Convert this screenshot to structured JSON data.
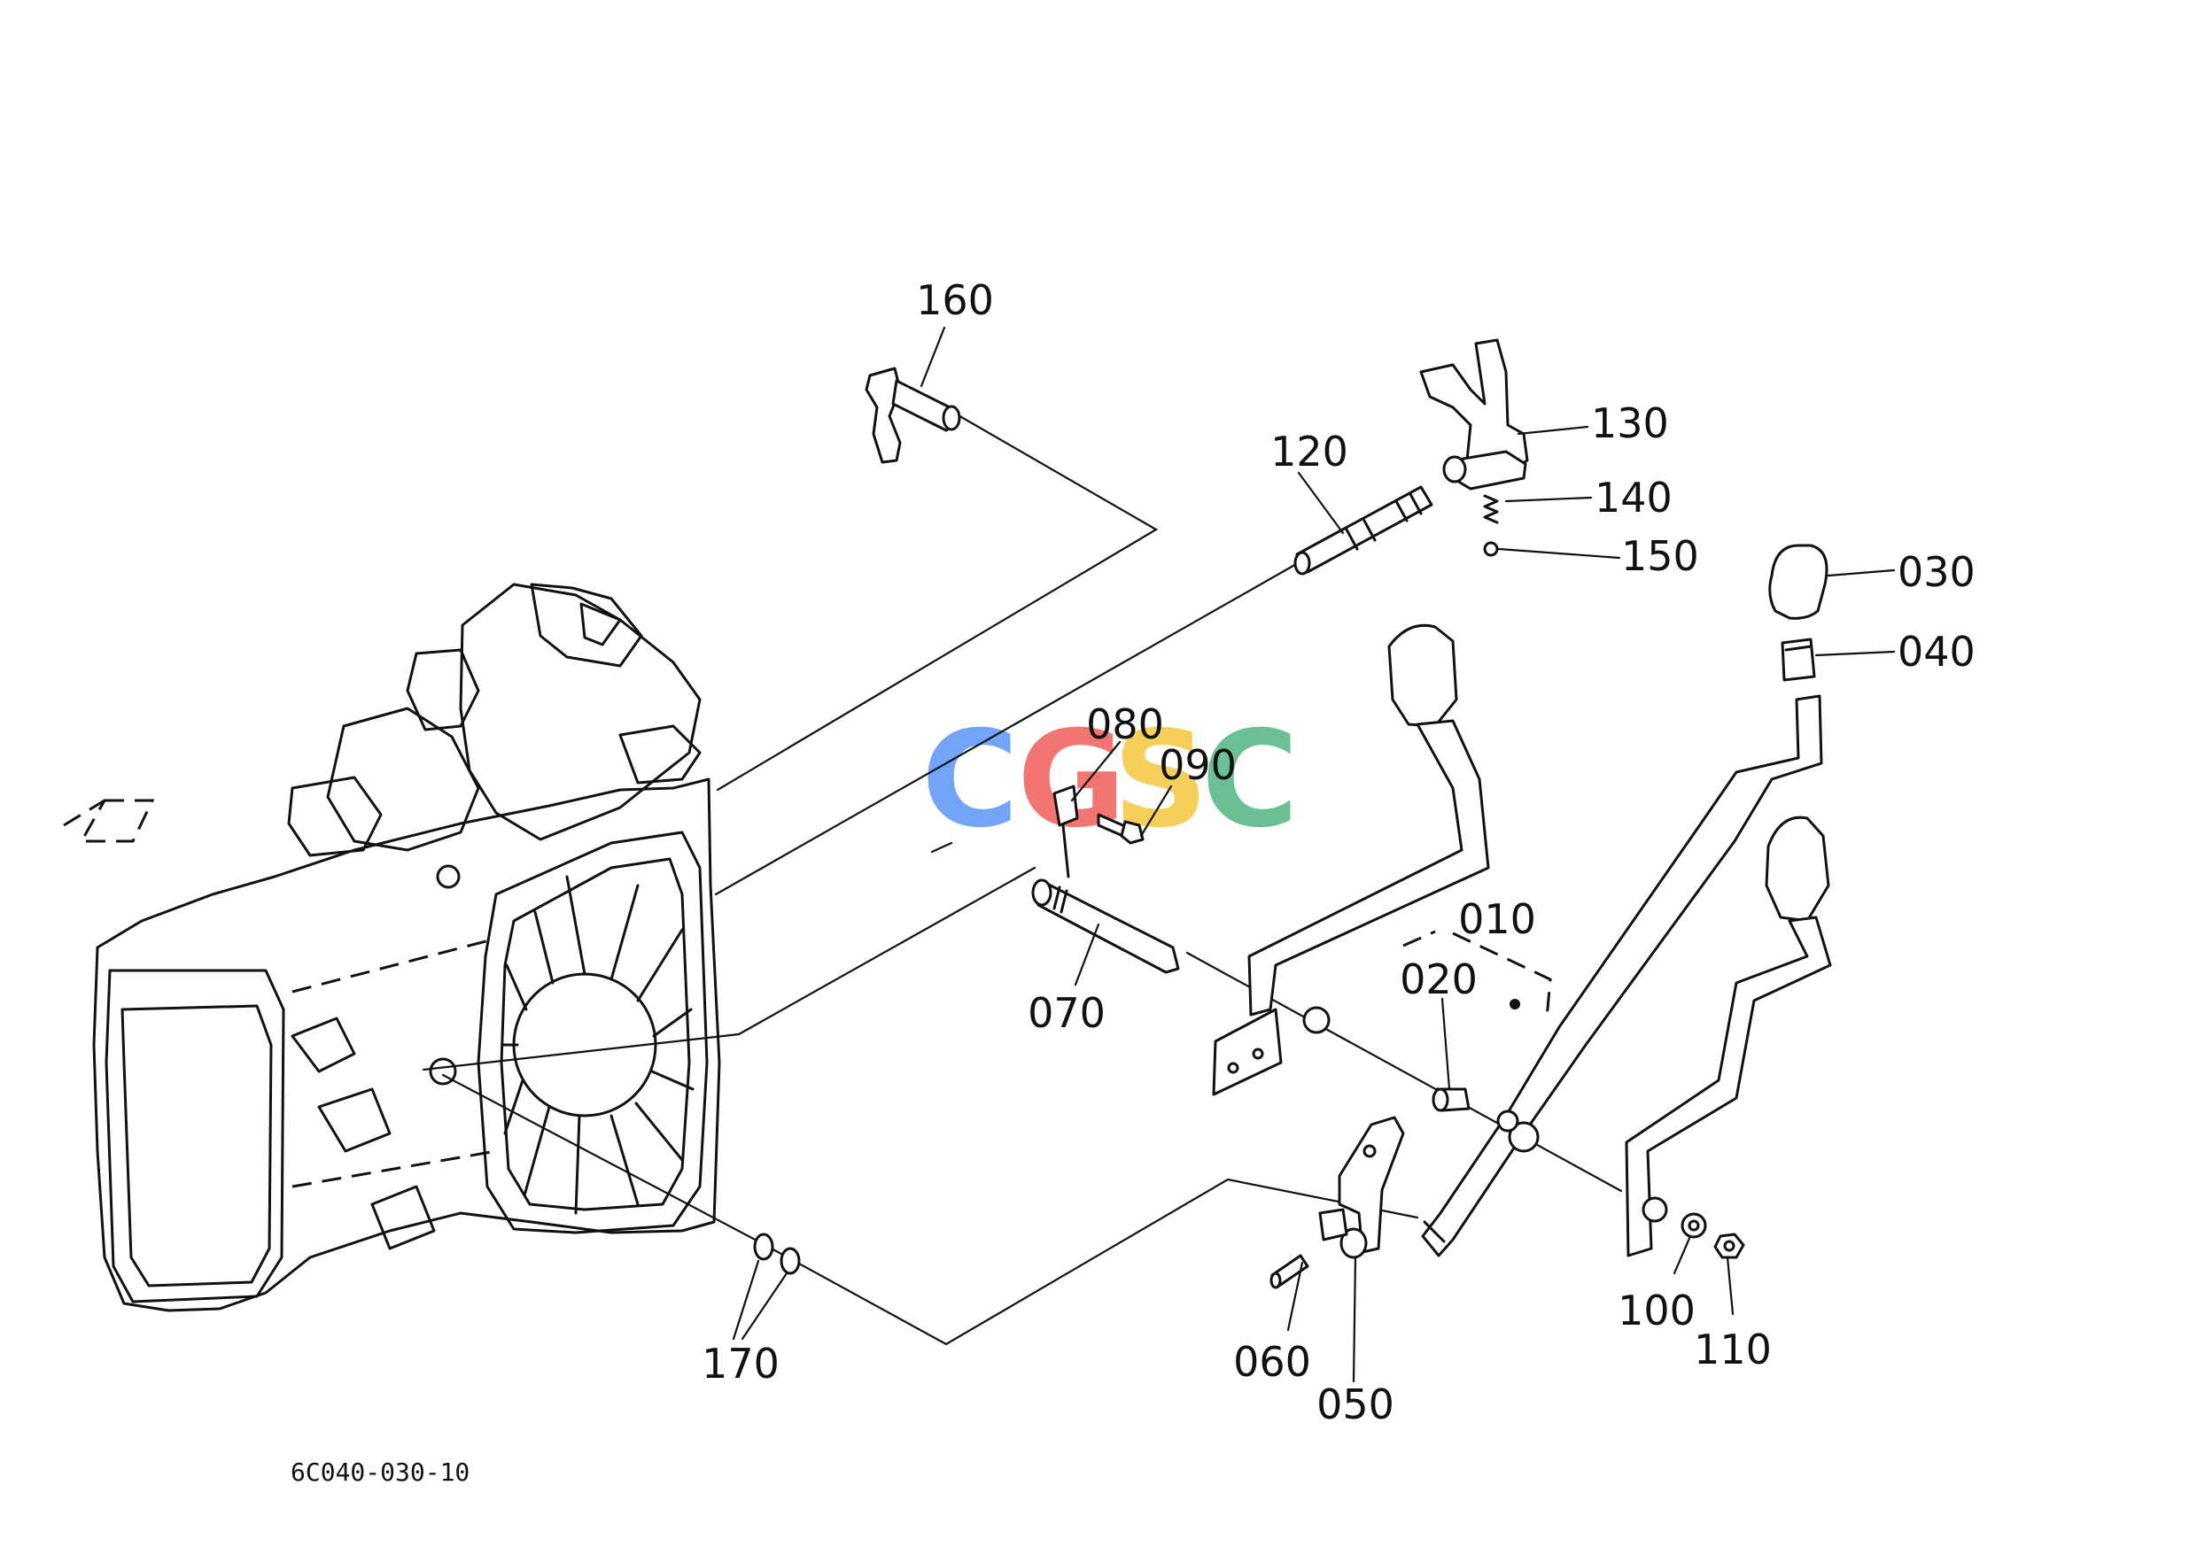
{
  "diagram": {
    "drawing_code": "6C040-030-10",
    "watermark": {
      "letters": [
        "C",
        "G",
        "S",
        "C"
      ],
      "colors": [
        "#4f8ff7",
        "#ef5350",
        "#f4c431",
        "#45b07a"
      ]
    },
    "parts": {
      "p010": "010",
      "p020": "020",
      "p030": "030",
      "p040": "040",
      "p050": "050",
      "p060": "060",
      "p070": "070",
      "p080": "080",
      "p090": "090",
      "p100": "100",
      "p110": "110",
      "p120": "120",
      "p130": "130",
      "p140": "140",
      "p150": "150",
      "p160": "160",
      "p170": "170"
    }
  }
}
